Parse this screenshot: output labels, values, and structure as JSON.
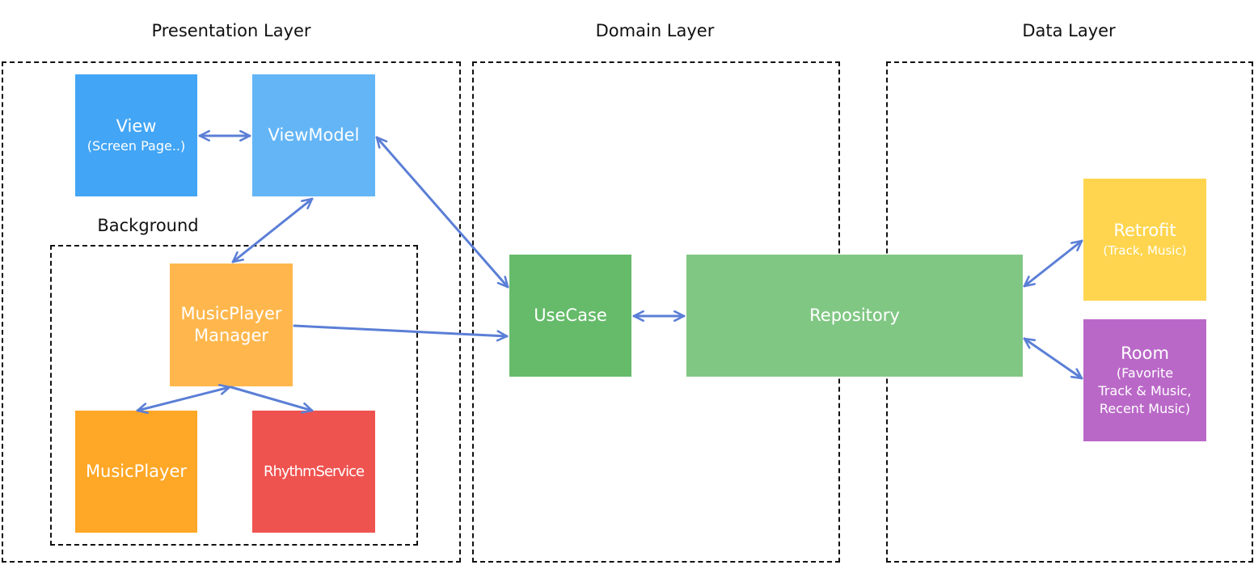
{
  "layers": {
    "presentation": {
      "title": "Presentation Layer"
    },
    "domain": {
      "title": "Domain Layer"
    },
    "data": {
      "title": "Data Layer"
    }
  },
  "background": {
    "title": "Background"
  },
  "nodes": {
    "view": {
      "label": "View",
      "sub": "(Screen Page..)",
      "color": "#42A5F5"
    },
    "viewmodel": {
      "label": "ViewModel",
      "color": "#64B5F6"
    },
    "musicplayer_manager": {
      "label": "MusicPlayer\nManager",
      "color": "#FFB74D"
    },
    "musicplayer": {
      "label": "MusicPlayer",
      "color": "#FFA726"
    },
    "rhythmservice": {
      "label": "RhythmService",
      "color": "#EF5350"
    },
    "usecase": {
      "label": "UseCase",
      "color": "#66BB6A"
    },
    "repository": {
      "label": "Repository",
      "color": "#81C784"
    },
    "retrofit": {
      "label": "Retrofit",
      "sub": "(Track, Music)",
      "color": "#FFD54F"
    },
    "room": {
      "label": "Room",
      "sub": "(Favorite\nTrack & Music,\nRecent Music)",
      "color": "#BA68C8"
    }
  },
  "connections": [
    {
      "from": "view",
      "to": "viewmodel",
      "direction": "both"
    },
    {
      "from": "viewmodel",
      "to": "usecase",
      "direction": "both"
    },
    {
      "from": "viewmodel",
      "to": "musicplayer_manager",
      "direction": "both"
    },
    {
      "from": "musicplayer_manager",
      "to": "usecase",
      "direction": "forward"
    },
    {
      "from": "musicplayer_manager",
      "to": "musicplayer",
      "direction": "both"
    },
    {
      "from": "musicplayer_manager",
      "to": "rhythmservice",
      "direction": "forward"
    },
    {
      "from": "usecase",
      "to": "repository",
      "direction": "both"
    },
    {
      "from": "repository",
      "to": "retrofit",
      "direction": "both"
    },
    {
      "from": "repository",
      "to": "room",
      "direction": "both"
    }
  ],
  "arrow_color": "#5B7FD6"
}
